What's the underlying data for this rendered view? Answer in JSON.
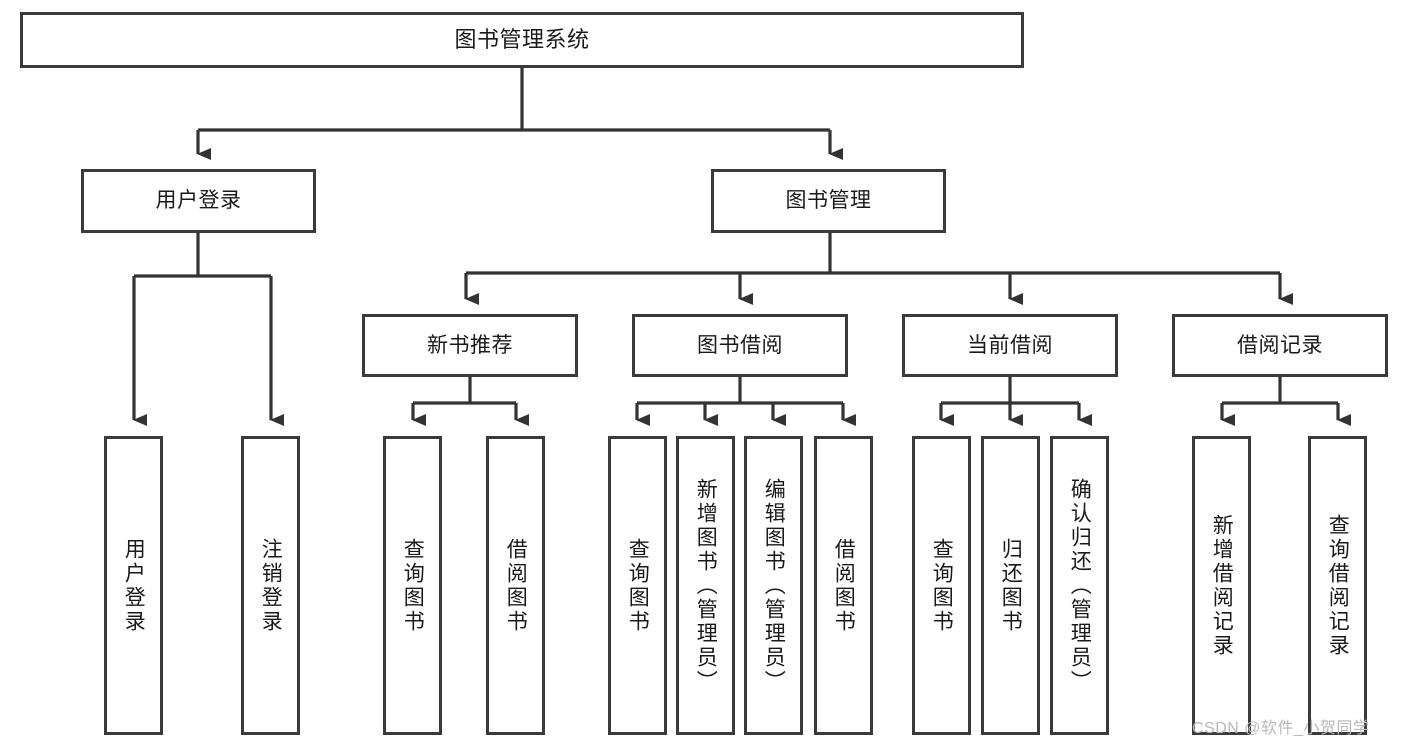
{
  "diagram": {
    "title": "图书管理系统",
    "type": "tree-hierarchy",
    "levels": 4,
    "nodes": {
      "root": {
        "label": "图书管理系统"
      },
      "level2": [
        {
          "id": "user-login",
          "label": "用户登录"
        },
        {
          "id": "book-management",
          "label": "图书管理"
        }
      ],
      "level3": [
        {
          "id": "new-book-recommend",
          "label": "新书推荐"
        },
        {
          "id": "book-borrow",
          "label": "图书借阅"
        },
        {
          "id": "current-borrow",
          "label": "当前借阅"
        },
        {
          "id": "borrow-record",
          "label": "借阅记录"
        }
      ],
      "leaves": [
        {
          "id": "leaf-user-login",
          "label": "用户登录",
          "parent": "user-login"
        },
        {
          "id": "leaf-logout-login",
          "label": "注销登录",
          "parent": "user-login"
        },
        {
          "id": "leaf-query-book-1",
          "label": "查询图书",
          "parent": "new-book-recommend"
        },
        {
          "id": "leaf-borrow-book-1",
          "label": "借阅图书",
          "parent": "new-book-recommend"
        },
        {
          "id": "leaf-query-book-2",
          "label": "查询图书",
          "parent": "book-borrow"
        },
        {
          "id": "leaf-add-book",
          "label": "新增图书（管理员）",
          "parent": "book-borrow"
        },
        {
          "id": "leaf-edit-book",
          "label": "编辑图书（管理员）",
          "parent": "book-borrow"
        },
        {
          "id": "leaf-borrow-book-2",
          "label": "借阅图书",
          "parent": "book-borrow"
        },
        {
          "id": "leaf-query-book-3",
          "label": "查询图书",
          "parent": "current-borrow"
        },
        {
          "id": "leaf-return-book",
          "label": "归还图书",
          "parent": "current-borrow"
        },
        {
          "id": "leaf-confirm-return",
          "label": "确认归还（管理员）",
          "parent": "current-borrow"
        },
        {
          "id": "leaf-add-record",
          "label": "新增借阅记录",
          "parent": "borrow-record"
        },
        {
          "id": "leaf-query-record",
          "label": "查询借阅记录",
          "parent": "borrow-record"
        }
      ]
    },
    "colors": {
      "border": "#3a3a3a",
      "background": "#ffffff",
      "text": "#1a1a1a",
      "edge": "#333333",
      "watermark": "#b9b9b9"
    }
  },
  "watermark": {
    "text": "CSDN @软件_小贺同学"
  }
}
